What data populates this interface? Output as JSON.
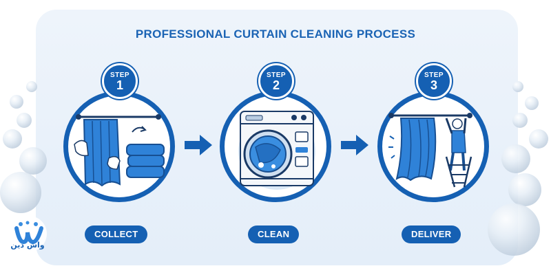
{
  "title": "PROFESSIONAL CURTAIN CLEANING PROCESS",
  "steps": [
    {
      "label": "STEP",
      "number": "1",
      "name": "COLLECT"
    },
    {
      "label": "STEP",
      "number": "2",
      "name": "CLEAN"
    },
    {
      "label": "STEP",
      "number": "3",
      "name": "DELIVER"
    }
  ],
  "logo": {
    "text": "واش دین"
  },
  "colors": {
    "primary": "#1560b3",
    "accent": "#3a8ee0",
    "panel": "#e8f1fa"
  },
  "icons": [
    "curtain-collect-icon",
    "washing-machine-icon",
    "curtain-install-icon",
    "arrow-right-icon",
    "soap-bubble-icon"
  ]
}
